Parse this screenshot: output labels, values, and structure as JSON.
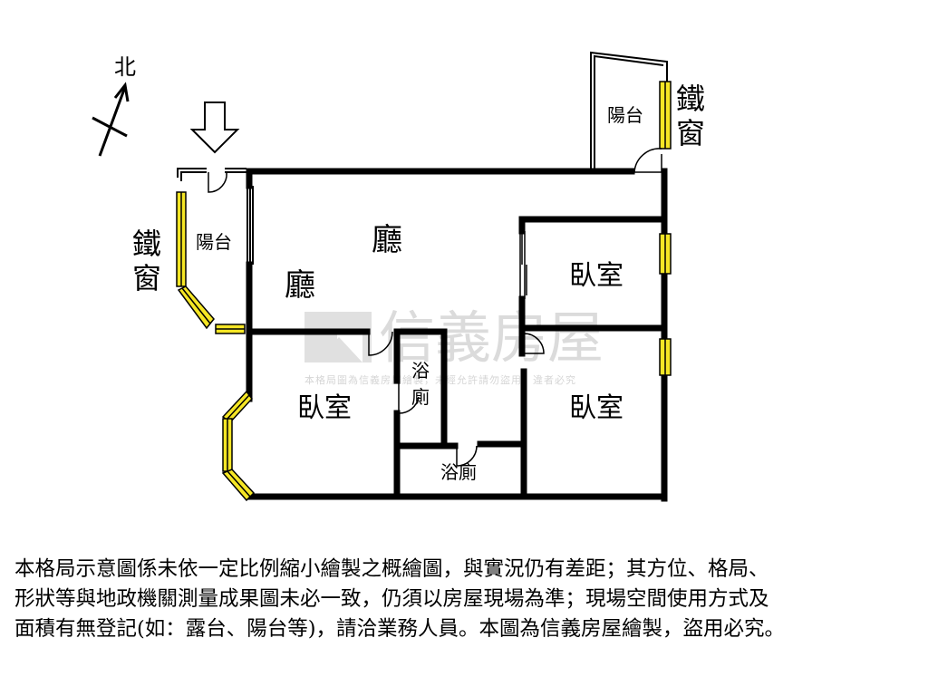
{
  "compass": {
    "label": "北",
    "icon": "north-arrow-icon"
  },
  "entrance": {
    "icon": "entrance-arrow-icon"
  },
  "rooms": {
    "living_1": "廳",
    "living_2": "廳",
    "balcony_west": "陽台",
    "balcony_northeast": "陽台",
    "bedroom_ne": "臥室",
    "bedroom_se": "臥室",
    "bedroom_sw": "臥室",
    "bath_inner_line1": "浴",
    "bath_inner_line2": "廁",
    "bath_south": "浴廁"
  },
  "window_labels": {
    "west_1": "鐵",
    "west_2": "窗",
    "northeast_1": "鐵",
    "northeast_2": "窗"
  },
  "watermark": {
    "brand": "信義房屋",
    "notice": "本格局圖為信義房屋繪製，未經允許請勿盜用，違者必究"
  },
  "disclaimer_lines": [
    "本格局示意圖係未依一定比例縮小繪製之概繪圖，與實況仍有差距；其方位、格局、",
    "形狀等與地政機關測量成果圖未必一致，仍須以房屋現場為準；現場空間使用方式及",
    "面積有無登記(如：露台、陽台等)，請洽業務人員。本圖為信義房屋繪製，盜用必究。"
  ],
  "colors": {
    "wall": "#000000",
    "window_fill": "#f5e625",
    "watermark": "#d0d0d0"
  }
}
